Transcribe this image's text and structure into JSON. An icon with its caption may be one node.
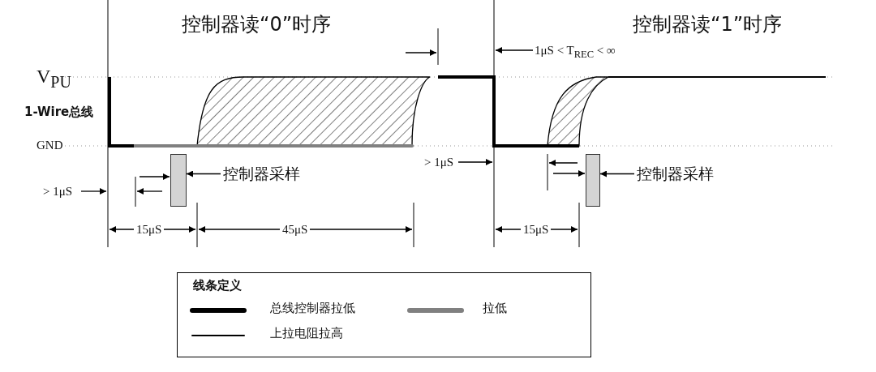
{
  "diagram": {
    "nodes": [
      {
        "text": [
          "控制器采样"
        ]
      },
      {
        "text": [],
        "shape": "bar"
      },
      {
        "text": [
          "控制器采样"
        ]
      },
      {
        "text": [],
        "shape": "bar"
      }
    ],
    "edges": [
      {
        "from": 0,
        "to": 1,
        "arrow": "to"
      },
      {
        "from": 2,
        "to": 3,
        "arrow": "to"
      }
    ],
    "labels": [
      "控制器读“0”时序",
      "控制器读“1”时序",
      "V$_{PU}$",
      "1-Wire总线",
      "GND",
      "> 1μS",
      "1μS < T$_{REC}$ < ∞",
      "> 1μS",
      "15μS",
      "45μS",
      "15μS",
      "线条定义"
    ],
    "legend": [
      {
        "text": "总线控制器拉低"
      },
      {
        "text": "拉低"
      },
      {
        "text": "上拉电阻拉高"
      }
    ]
  }
}
